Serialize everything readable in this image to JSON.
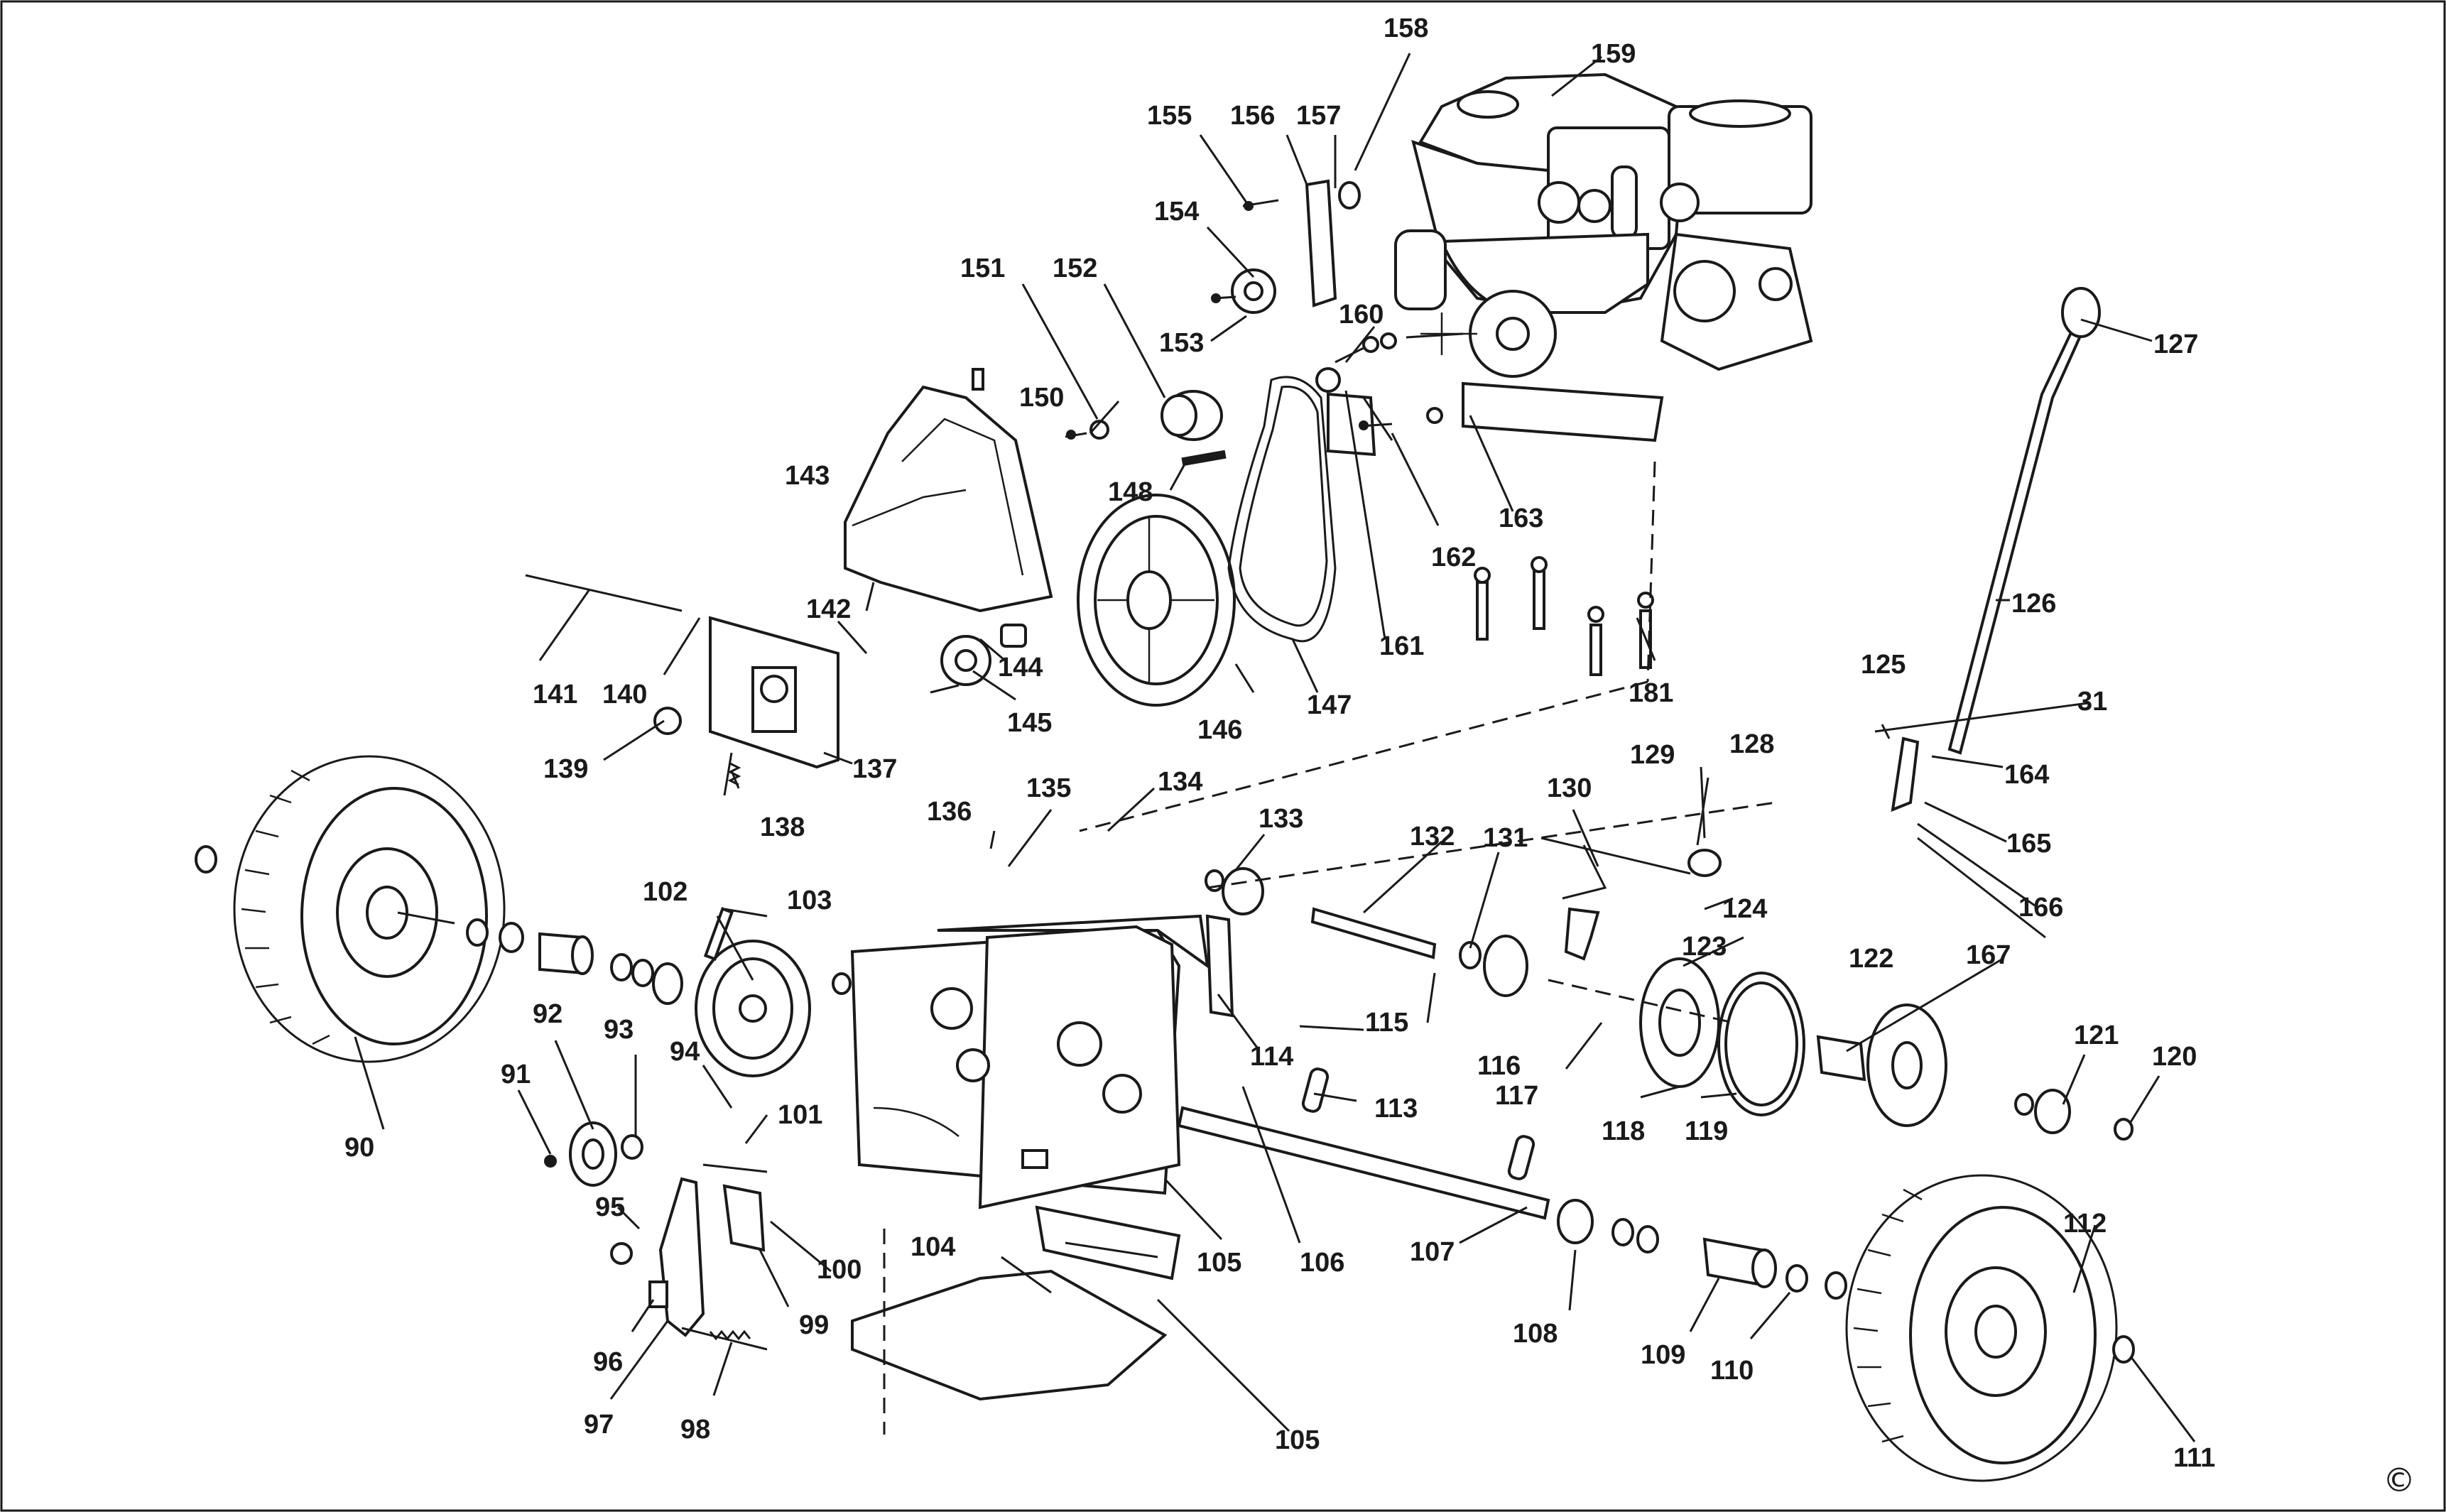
{
  "diagram": {
    "copyright_symbol": "©",
    "callouts": [
      {
        "id": "p158",
        "text": "158"
      },
      {
        "id": "p159",
        "text": "159"
      },
      {
        "id": "p155",
        "text": "155"
      },
      {
        "id": "p156",
        "text": "156"
      },
      {
        "id": "p157",
        "text": "157"
      },
      {
        "id": "p154",
        "text": "154"
      },
      {
        "id": "p151",
        "text": "151"
      },
      {
        "id": "p152",
        "text": "152"
      },
      {
        "id": "p153",
        "text": "153"
      },
      {
        "id": "p160",
        "text": "160"
      },
      {
        "id": "p127",
        "text": "127"
      },
      {
        "id": "p150",
        "text": "150"
      },
      {
        "id": "p143",
        "text": "143"
      },
      {
        "id": "p148",
        "text": "148"
      },
      {
        "id": "p163",
        "text": "163"
      },
      {
        "id": "p162",
        "text": "162"
      },
      {
        "id": "p126",
        "text": "126"
      },
      {
        "id": "p142",
        "text": "142"
      },
      {
        "id": "p141",
        "text": "141"
      },
      {
        "id": "p140",
        "text": "140"
      },
      {
        "id": "p144",
        "text": "144"
      },
      {
        "id": "p161",
        "text": "161"
      },
      {
        "id": "p181",
        "text": "181"
      },
      {
        "id": "p125",
        "text": "125"
      },
      {
        "id": "p31",
        "text": "31"
      },
      {
        "id": "p145",
        "text": "145"
      },
      {
        "id": "p147",
        "text": "147"
      },
      {
        "id": "p146",
        "text": "146"
      },
      {
        "id": "p139",
        "text": "139"
      },
      {
        "id": "p137",
        "text": "137"
      },
      {
        "id": "p128",
        "text": "128"
      },
      {
        "id": "p129",
        "text": "129"
      },
      {
        "id": "p164",
        "text": "164"
      },
      {
        "id": "p134",
        "text": "134"
      },
      {
        "id": "p135",
        "text": "135"
      },
      {
        "id": "p130",
        "text": "130"
      },
      {
        "id": "p138",
        "text": "138"
      },
      {
        "id": "p136",
        "text": "136"
      },
      {
        "id": "p133",
        "text": "133"
      },
      {
        "id": "p132",
        "text": "132"
      },
      {
        "id": "p131",
        "text": "131"
      },
      {
        "id": "p165",
        "text": "165"
      },
      {
        "id": "p124",
        "text": "124"
      },
      {
        "id": "p166",
        "text": "166"
      },
      {
        "id": "p102",
        "text": "102"
      },
      {
        "id": "p103",
        "text": "103"
      },
      {
        "id": "p123",
        "text": "123"
      },
      {
        "id": "p167",
        "text": "167"
      },
      {
        "id": "p122",
        "text": "122"
      },
      {
        "id": "p115",
        "text": "115"
      },
      {
        "id": "p92",
        "text": "92"
      },
      {
        "id": "p116",
        "text": "116"
      },
      {
        "id": "p121",
        "text": "121"
      },
      {
        "id": "p114",
        "text": "114"
      },
      {
        "id": "p120",
        "text": "120"
      },
      {
        "id": "p93",
        "text": "93"
      },
      {
        "id": "p94",
        "text": "94"
      },
      {
        "id": "p117",
        "text": "117"
      },
      {
        "id": "p91",
        "text": "91"
      },
      {
        "id": "p101",
        "text": "101"
      },
      {
        "id": "p113",
        "text": "113"
      },
      {
        "id": "p118",
        "text": "118"
      },
      {
        "id": "p119",
        "text": "119"
      },
      {
        "id": "p90",
        "text": "90"
      },
      {
        "id": "p95",
        "text": "95"
      },
      {
        "id": "p112",
        "text": "112"
      },
      {
        "id": "p107",
        "text": "107"
      },
      {
        "id": "p100",
        "text": "100"
      },
      {
        "id": "p105a",
        "text": "105"
      },
      {
        "id": "p106",
        "text": "106"
      },
      {
        "id": "p104",
        "text": "104"
      },
      {
        "id": "p99",
        "text": "99"
      },
      {
        "id": "p108",
        "text": "108"
      },
      {
        "id": "p96",
        "text": "96"
      },
      {
        "id": "p109",
        "text": "109"
      },
      {
        "id": "p110",
        "text": "110"
      },
      {
        "id": "p97",
        "text": "97"
      },
      {
        "id": "p98",
        "text": "98"
      },
      {
        "id": "p105b",
        "text": "105"
      },
      {
        "id": "p111",
        "text": "111"
      }
    ]
  }
}
